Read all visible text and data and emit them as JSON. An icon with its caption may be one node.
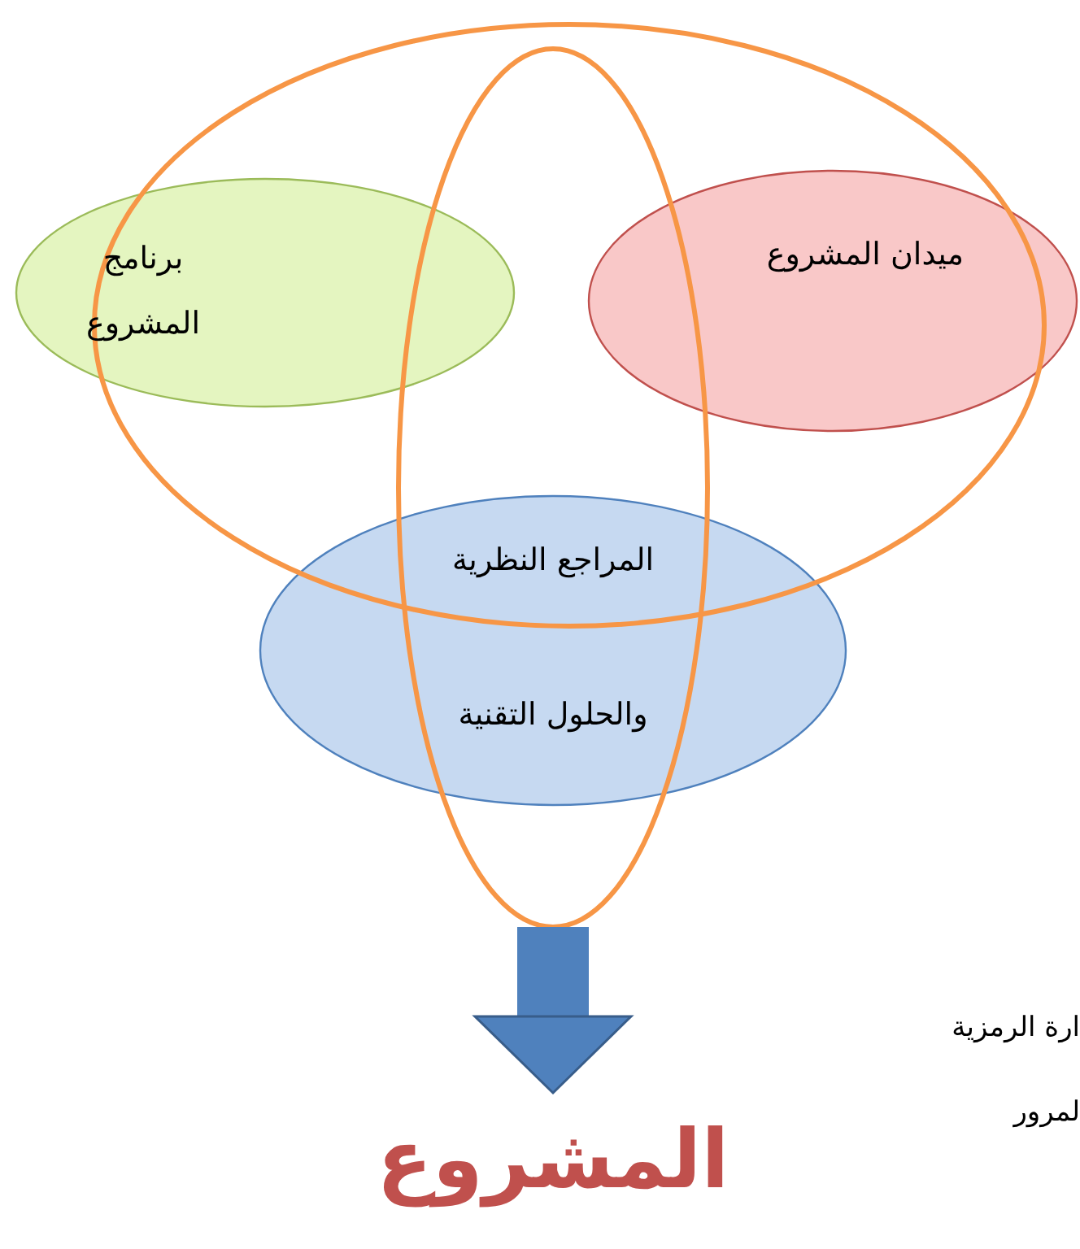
{
  "diagram": {
    "nodes": [
      {
        "text": [
          "برنامج المشروع"
        ]
      },
      {
        "text": [
          "ميدان المشروع"
        ]
      },
      {
        "text": [
          "المراجع النظرية",
          "والحلول التقنية"
        ]
      },
      {
        "text": [],
        "shape": "ellipse"
      },
      {
        "text": [],
        "shape": "ellipse"
      },
      {
        "text": [
          "المشروع"
        ]
      }
    ],
    "edges": [
      {
        "from": 4,
        "to": 5,
        "arrow": "to"
      }
    ],
    "labels": [
      "ارة الرمزية",
      "لمرور"
    ]
  }
}
